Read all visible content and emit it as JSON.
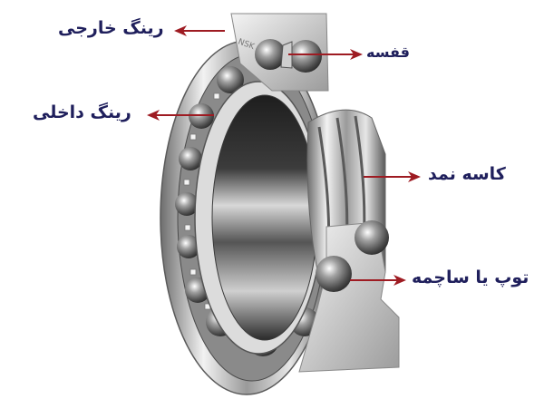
{
  "diagram": {
    "subject": "self-aligning ball bearing cutaway",
    "colors": {
      "label_text": "#1f1f5c",
      "arrow": "#9e1b22",
      "background": "#ffffff",
      "metal_light": "#e8e8e8",
      "metal_mid": "#a8a8a8",
      "metal_dark": "#3a3a3a"
    },
    "labels": [
      {
        "id": "outer-ring",
        "text": "رینگ خارجی",
        "arrow_direction": "left"
      },
      {
        "id": "cage",
        "text": "قفسه",
        "arrow_direction": "right"
      },
      {
        "id": "inner-ring",
        "text": "رینگ داخلی",
        "arrow_direction": "left"
      },
      {
        "id": "seal-cup",
        "text": "کاسه نمد",
        "arrow_direction": "right"
      },
      {
        "id": "ball",
        "text": "توپ یا ساچمه",
        "arrow_direction": "right"
      }
    ],
    "engraving": "NSK"
  }
}
